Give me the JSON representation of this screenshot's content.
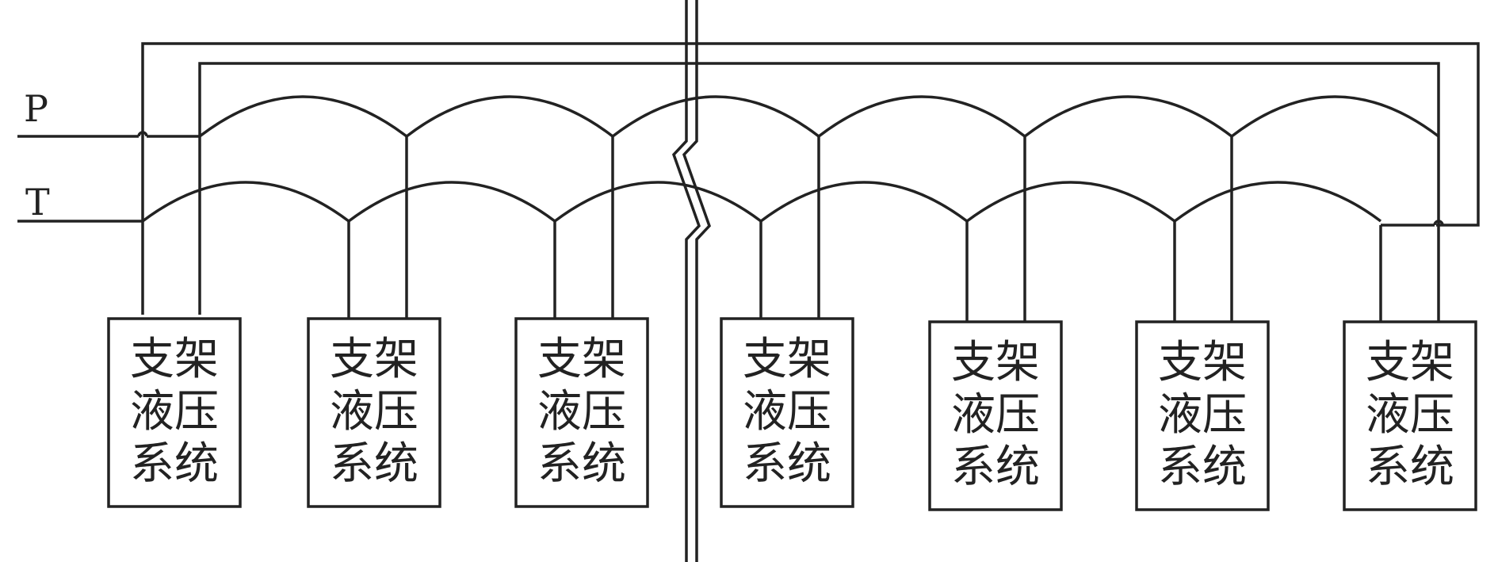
{
  "line_labels": {
    "pressure": "P",
    "return": "T"
  },
  "unit_label_lines": [
    "支架",
    "液压",
    "系统"
  ],
  "unit_count": 7,
  "line_color": "#222222"
}
